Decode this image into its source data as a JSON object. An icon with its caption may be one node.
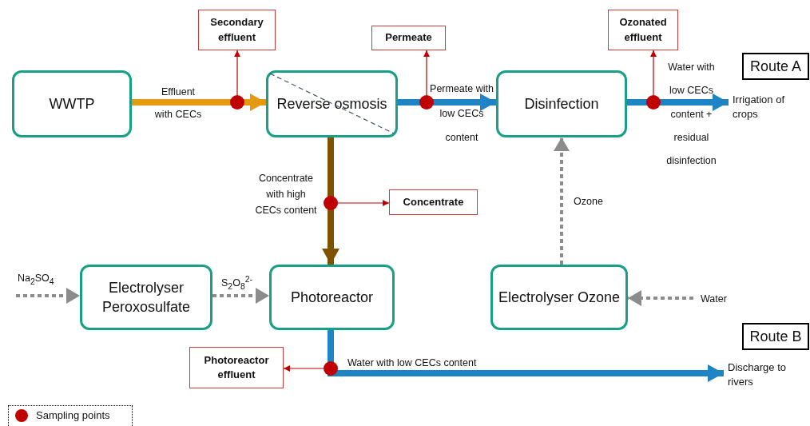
{
  "diagram": {
    "nodes": [
      {
        "text": [
          "WWTP"
        ]
      },
      {
        "text": [
          "Reverse osmosis"
        ]
      },
      {
        "text": [
          "Disinfection"
        ]
      },
      {
        "text": [
          "Electrolyser Peroxosulfate"
        ]
      },
      {
        "text": [
          "Photoreactor"
        ]
      },
      {
        "text": [
          "Electrolyser Ozone"
        ]
      },
      {
        "text": [
          "Secondary effluent"
        ]
      },
      {
        "text": [
          "Permeate"
        ]
      },
      {
        "text": [
          "Ozonated effluent"
        ]
      },
      {
        "text": [
          "Concentrate"
        ]
      },
      {
        "text": [
          "Photoreactor effluent"
        ]
      },
      {
        "text": [
          "Route A"
        ]
      },
      {
        "text": [
          "Route B"
        ]
      },
      {
        "text": [
          "Irrigation of crops"
        ]
      },
      {
        "text": [
          "Discharge to rivers"
        ]
      }
    ],
    "edges": [
      {
        "from": 0,
        "to": 1,
        "arrow": "to",
        "label": "Effluent with CECs",
        "style": "thick",
        "color": "#e39a10"
      },
      {
        "from": 1,
        "to": 2,
        "arrow": "to",
        "label": "Permeate with low CECs content",
        "style": "thick",
        "color": "#1f84c6"
      },
      {
        "from": 2,
        "to": 13,
        "arrow": "to",
        "label": "Water with low CECs content + residual disinfection",
        "style": "thick",
        "color": "#1f84c6"
      },
      {
        "from": 1,
        "to": 4,
        "arrow": "to",
        "label": "Concentrate with high CECs content",
        "style": "thick",
        "color": "#7f5200"
      },
      {
        "from": 4,
        "to": 14,
        "arrow": "to",
        "label": "Water with low CECs content",
        "style": "thick",
        "color": "#1f84c6"
      },
      {
        "from": null,
        "to": 3,
        "arrow": "to",
        "label": "Na$_{2}$SO$_{4}$",
        "style": "dashed",
        "color": "#8c8c8c"
      },
      {
        "from": 3,
        "to": 4,
        "arrow": "to",
        "label": "S$_{2}$O$_{8}$$^{2-}$",
        "style": "dashed",
        "color": "#8c8c8c"
      },
      {
        "from": 5,
        "to": 2,
        "arrow": "to",
        "label": "Ozone",
        "style": "dashed",
        "color": "#8c8c8c"
      },
      {
        "from": null,
        "to": 5,
        "arrow": "to",
        "label": "Water",
        "style": "dashed",
        "color": "#8c8c8c"
      },
      {
        "from": null,
        "to": 6,
        "arrow": "to",
        "color": "#c00000"
      },
      {
        "from": null,
        "to": 7,
        "arrow": "to",
        "color": "#c00000"
      },
      {
        "from": null,
        "to": 8,
        "arrow": "to",
        "color": "#c00000"
      },
      {
        "from": null,
        "to": 9,
        "arrow": "to",
        "color": "#c00000"
      },
      {
        "from": null,
        "to": 10,
        "arrow": "to",
        "color": "#c00000"
      }
    ],
    "legend": [
      {
        "text": "Sampling points"
      }
    ]
  }
}
